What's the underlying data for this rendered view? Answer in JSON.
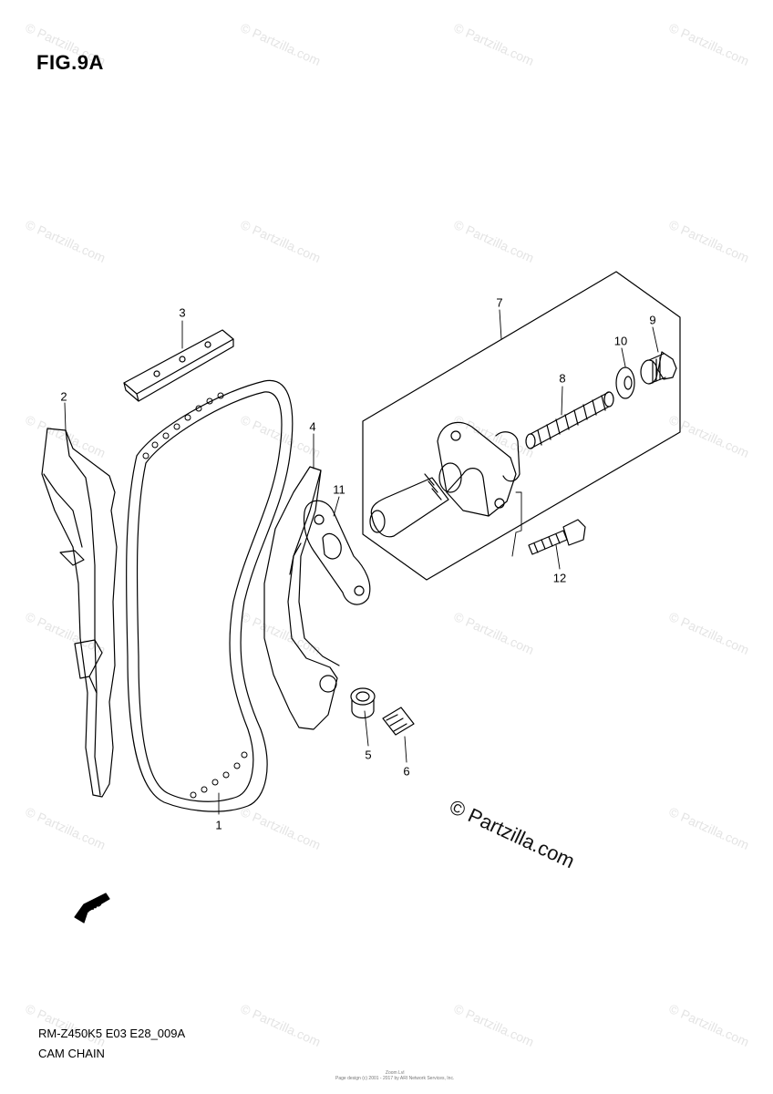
{
  "figure": {
    "title": "FIG.9A",
    "model_code": "RM-Z450K5 E03 E28_009A",
    "section_name": "CAM CHAIN"
  },
  "callouts": {
    "c1": "1",
    "c2": "2",
    "c3": "3",
    "c4": "4",
    "c5": "5",
    "c6": "6",
    "c7": "7",
    "c8": "8",
    "c9": "9",
    "c10": "10",
    "c11": "11",
    "c12": "12"
  },
  "fwd_label": "FWD",
  "watermark": {
    "text": "© Partzilla.com",
    "big_text": "© Partzilla.com"
  },
  "footer": {
    "line1": "Zoom Lvl",
    "line2": "Page design (c) 2001 - 2017 by ARI Network Services, Inc."
  },
  "colors": {
    "ink": "#000000",
    "watermark": "#e4e4e4",
    "background": "#ffffff"
  }
}
